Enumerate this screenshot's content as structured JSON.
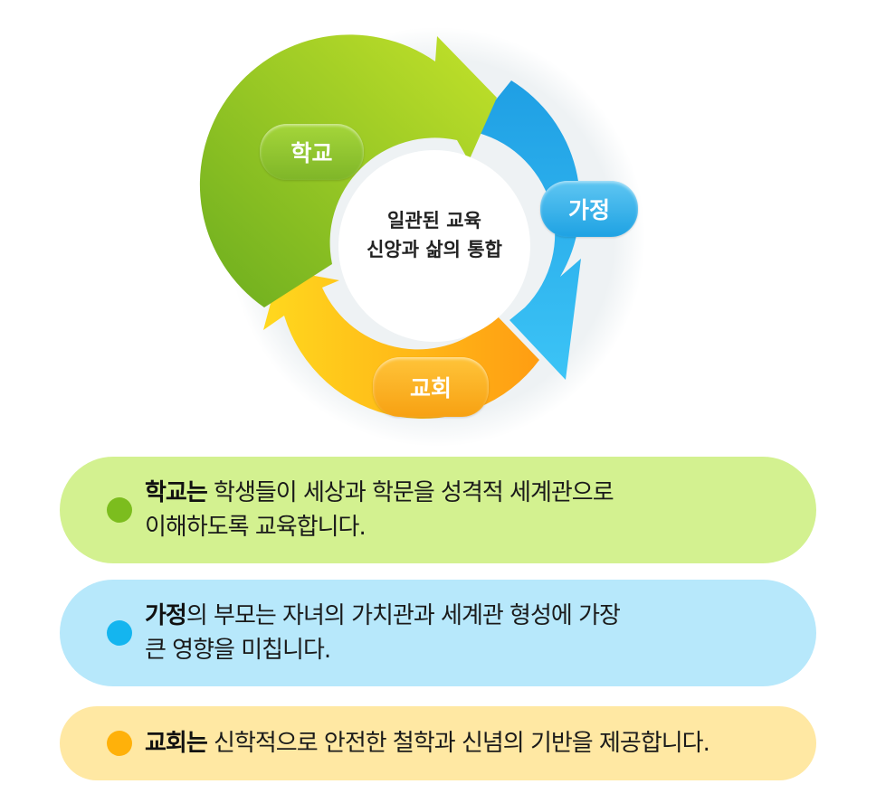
{
  "diagram": {
    "center_line1": "일관된 교육",
    "center_line2": "신앙과 삶의 통합",
    "nodes": {
      "school": "학교",
      "home": "가정",
      "church": "교회"
    }
  },
  "descriptions": {
    "school": {
      "keyword": "학교는",
      "line1": " 학생들이 세상과 학문을 성격적 세계관으로",
      "line2": "이해하도록 교육합니다."
    },
    "home": {
      "keyword": "가정",
      "line1": "의 부모는 자녀의 가치관과 세계관 형성에 가장",
      "line2": "큰 영향을 미칩니다."
    },
    "church": {
      "keyword": "교회는",
      "line1": " 신학적으로 안전한 철학과 신념의 기반을 제공합니다."
    }
  },
  "colors": {
    "school_green": "#7cbd1e",
    "home_blue": "#14b5ef",
    "church_orange": "#ffb10a",
    "school_bg": "#d3f190",
    "home_bg": "#b7e8fb",
    "church_bg": "#ffe8a3"
  }
}
